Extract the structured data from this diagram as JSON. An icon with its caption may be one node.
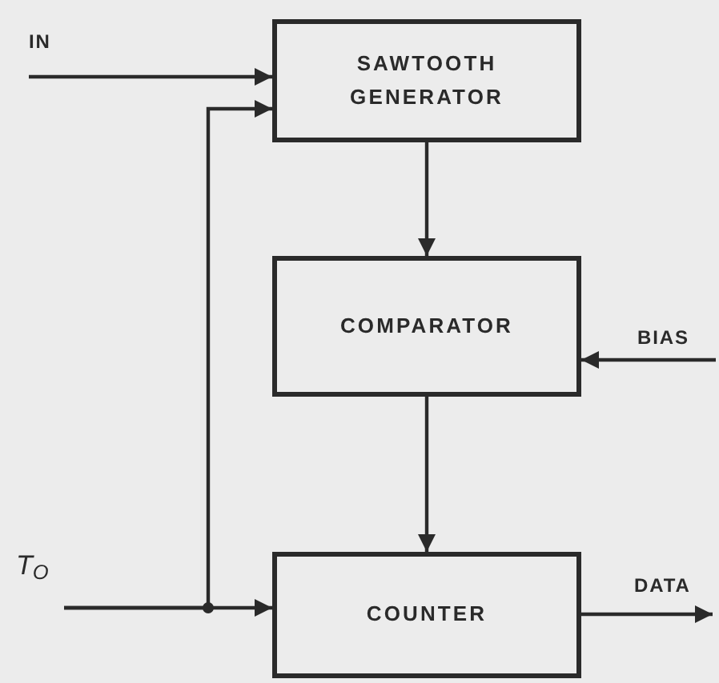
{
  "diagram": {
    "nodes": [
      {
        "text": [
          "IN"
        ]
      },
      {
        "text": [
          "SAWTOOTH GENERATOR"
        ]
      },
      {
        "text": [
          "COMPARATOR"
        ]
      },
      {
        "text": [
          "BIAS"
        ]
      },
      {
        "text": [
          "T$_{O}$"
        ]
      },
      {
        "text": [
          "COUNTER"
        ]
      },
      {
        "text": [
          "DATA"
        ]
      }
    ],
    "edges": [
      {
        "from": 0,
        "to": 1,
        "arrow": "to"
      },
      {
        "from": 4,
        "to": 1,
        "arrow": "to"
      },
      {
        "from": 4,
        "to": 5,
        "arrow": "to"
      },
      {
        "from": 1,
        "to": 2,
        "arrow": "to"
      },
      {
        "from": 3,
        "to": 2,
        "arrow": "to"
      },
      {
        "from": 2,
        "to": 5,
        "arrow": "to"
      },
      {
        "from": 5,
        "to": 6,
        "arrow": "to"
      }
    ]
  }
}
